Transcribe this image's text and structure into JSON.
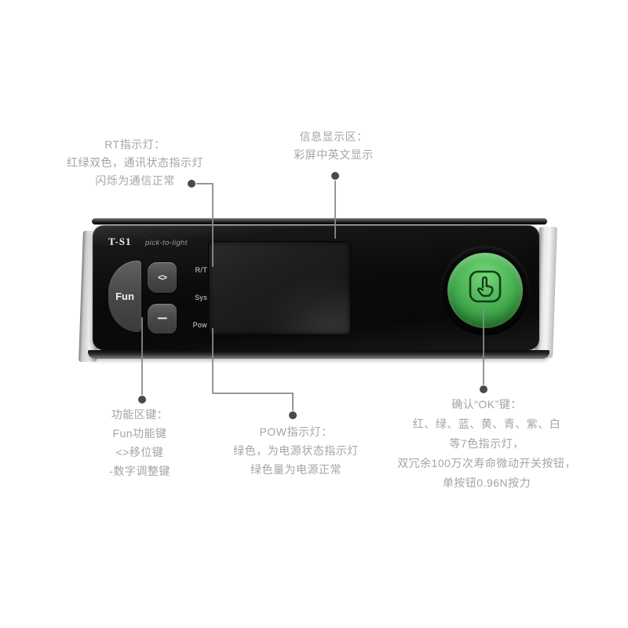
{
  "annotations": {
    "rt": {
      "lines": [
        "RT指示灯：",
        "红绿双色，通讯状态指示灯",
        "闪烁为通信正常"
      ]
    },
    "display": {
      "lines": [
        "信息显示区：",
        "彩屏中英文显示"
      ]
    },
    "function_keys": {
      "lines": [
        "功能区键：",
        "Fun功能键",
        "<>移位键",
        "-数字调整键"
      ]
    },
    "pow": {
      "lines": [
        "POW指示灯：",
        "绿色，为电源状态指示灯",
        "绿色量为电源正常"
      ]
    },
    "ok": {
      "lines": [
        "确认“OK”键：",
        "红、绿、蓝、黄、青、紫、白",
        "等7色指示灯，",
        "双冗余100万次寿命微动开关按钮，",
        "单按钮0.96N按力"
      ]
    }
  },
  "device": {
    "model": "T-S1",
    "tagline": "pick-to-light",
    "fun_button": "Fun",
    "shift_button": "<>",
    "minus_button": "−",
    "leds": [
      {
        "label": "R/T"
      },
      {
        "label": "Sys"
      },
      {
        "label": "Pow"
      }
    ],
    "ok_button_icon": "touch-hand-icon"
  },
  "colors": {
    "background": "#ffffff",
    "annotation_text": "#a4a4a4",
    "callout_line": "#8a8a8a",
    "callout_dot": "#4a4a4a",
    "device_body": "#0b0b0b",
    "end_caps": "#e8e8e8",
    "ok_button_green": "#43ab4d"
  }
}
